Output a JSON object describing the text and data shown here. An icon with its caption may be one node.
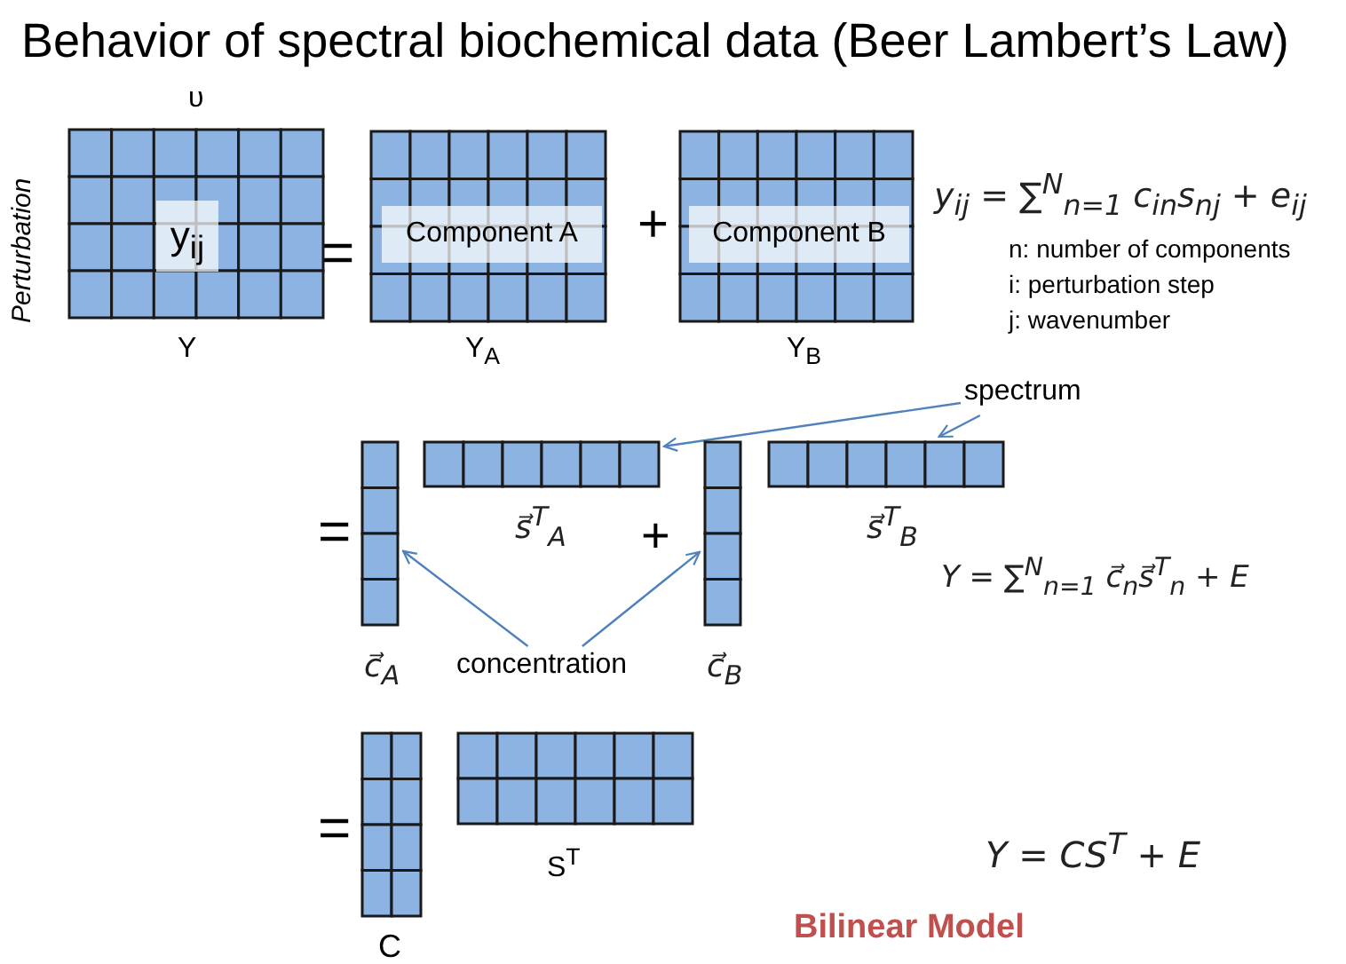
{
  "diagram": {
    "title": "Behavior of spectral biochemical data (Beer Lambert’s Law)",
    "nodes": [
      {
        "text": [
          "y$_{ij}$"
        ],
        "beside": [
          "Y"
        ]
      },
      {
        "text": [
          "Component A"
        ],
        "beside": [
          "Y$_{A}$"
        ]
      },
      {
        "text": [
          "Component B"
        ],
        "beside": [
          "Y$_{B}$"
        ]
      },
      {
        "text": [],
        "shape": "box",
        "beside": [
          "c⃗$_{A}$"
        ]
      },
      {
        "text": [],
        "shape": "box",
        "beside": [
          "s⃗$^{T}$$_{A}$"
        ]
      },
      {
        "text": [],
        "shape": "box",
        "beside": [
          "c⃗$_{B}$"
        ]
      },
      {
        "text": [],
        "shape": "box",
        "beside": [
          "s⃗$^{T}$$_{B}$"
        ]
      },
      {
        "text": [],
        "shape": "box",
        "beside": [
          "C"
        ]
      },
      {
        "text": [],
        "shape": "box",
        "beside": [
          "S$^{T}$"
        ]
      },
      {
        "text": [
          "spectrum"
        ]
      },
      {
        "text": [
          "concentration"
        ]
      }
    ],
    "edges": [
      {
        "from": 9,
        "to": 4,
        "arrow": "to"
      },
      {
        "from": 9,
        "to": 6,
        "arrow": "to"
      },
      {
        "from": 10,
        "to": 3,
        "arrow": "to"
      },
      {
        "from": 10,
        "to": 5,
        "arrow": "to"
      }
    ],
    "labels": [
      "υ",
      "Perturbation",
      "=",
      "+",
      "y$_{ij}$ = ∑$^{N}$$_{n=1}$ c$_{in}$s$_{nj}$ + e$_{ij}$",
      "n: number of components",
      "i: perturbation step",
      "j:  wavenumber",
      "=",
      "+",
      "Y = ∑$^{N}$$_{n=1}$ c⃗$_{n}$s⃗$^{T}$$_{n}$ + E",
      "=",
      "Y = CS$^{T}$ + E"
    ],
    "caption": "Bilinear Model"
  }
}
